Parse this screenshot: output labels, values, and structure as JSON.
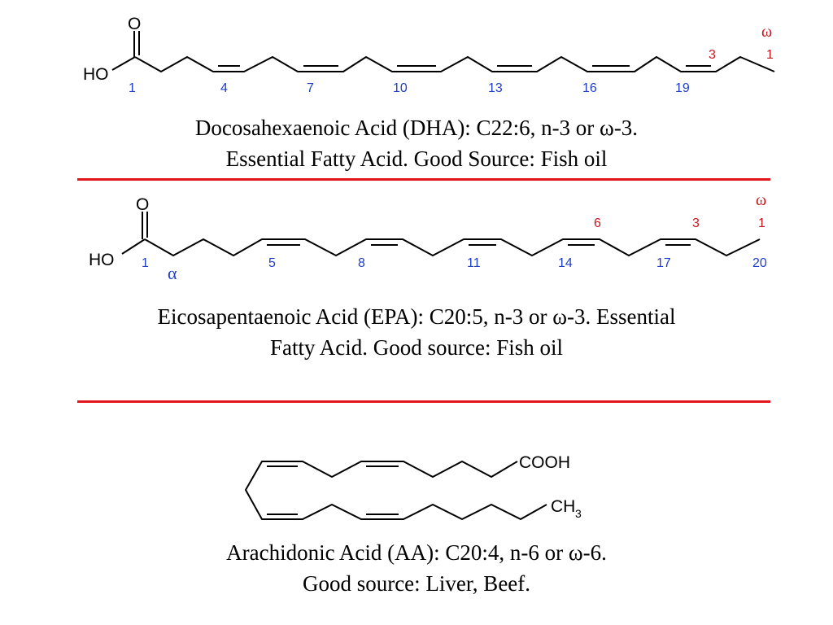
{
  "dha": {
    "atoms": {
      "oxygen": "O",
      "hydroxyl": "HO"
    },
    "carbon_numbers": [
      "1",
      "4",
      "7",
      "10",
      "13",
      "16",
      "19"
    ],
    "omega_numbers": [
      "3",
      "1"
    ],
    "omega_symbol": "ω",
    "caption_line1": "Docosahexaenoic Acid (DHA): C22:6, n-3 or ω-3.",
    "caption_line2": "Essential Fatty Acid. Good Source: Fish oil"
  },
  "epa": {
    "atoms": {
      "oxygen": "O",
      "hydroxyl": "HO"
    },
    "carbon_numbers": [
      "1",
      "5",
      "8",
      "11",
      "14",
      "17",
      "20"
    ],
    "omega_numbers": [
      "6",
      "3",
      "1"
    ],
    "omega_symbol": "ω",
    "alpha_symbol": "α",
    "caption_line1": "Eicosapentaenoic Acid (EPA): C20:5, n-3 or ω-3. Essential",
    "caption_line2": "Fatty Acid. Good source: Fish oil"
  },
  "aa": {
    "atoms": {
      "carboxyl": "COOH",
      "methyl": "CH",
      "methyl_subscript": "3"
    },
    "caption_line1": "Arachidonic Acid (AA): C20:4, n-6 or ω-6.",
    "caption_line2": "Good source: Liver, Beef."
  },
  "colors": {
    "divider": "#e0161b",
    "locant_blue": "#1f3fc8",
    "locant_red": "#c8161e"
  }
}
